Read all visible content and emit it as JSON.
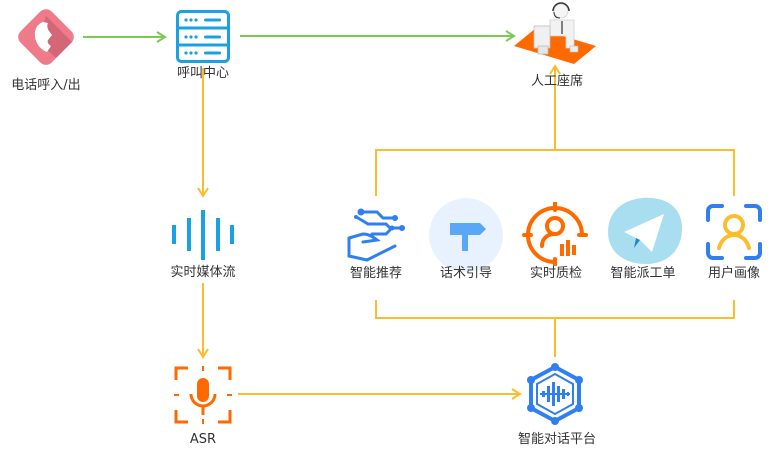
{
  "diagram": {
    "colors": {
      "green_arrow": "#7dc855",
      "yellow_arrow": "#fbbd2e",
      "phone_red": "#ef7b8a",
      "server_blue": "#1ba1e2",
      "orange": "#ff6a00",
      "blue": "#2f7ff0",
      "light_blue": "#a9def0"
    },
    "nodes": {
      "phone": {
        "label": "电话呼入/出",
        "icon": "phone-icon"
      },
      "call_center": {
        "label": "呼叫中心",
        "icon": "server-icon"
      },
      "agent": {
        "label": "人工座席",
        "icon": "agent-desk-icon"
      },
      "media_stream": {
        "label": "实时媒体流",
        "icon": "sound-wave-icon"
      },
      "asr": {
        "label": "ASR",
        "icon": "microphone-scan-icon"
      },
      "dialog_platform": {
        "label": "智能对话平台",
        "icon": "hexagon-network-icon"
      }
    },
    "features": [
      {
        "label": "智能推荐",
        "icon": "hand-network-icon"
      },
      {
        "label": "话术引导",
        "icon": "signpost-icon"
      },
      {
        "label": "实时质检",
        "icon": "target-user-icon"
      },
      {
        "label": "智能派工单",
        "icon": "paper-plane-icon"
      },
      {
        "label": "用户画像",
        "icon": "user-scan-icon"
      }
    ],
    "edges": [
      {
        "from": "电话呼入/出",
        "to": "呼叫中心"
      },
      {
        "from": "呼叫中心",
        "to": "人工座席"
      },
      {
        "from": "呼叫中心",
        "to": "实时媒体流"
      },
      {
        "from": "实时媒体流",
        "to": "ASR"
      },
      {
        "from": "ASR",
        "to": "智能对话平台"
      },
      {
        "from": "智能对话平台",
        "to": "features"
      },
      {
        "from": "features",
        "to": "人工座席"
      }
    ]
  }
}
